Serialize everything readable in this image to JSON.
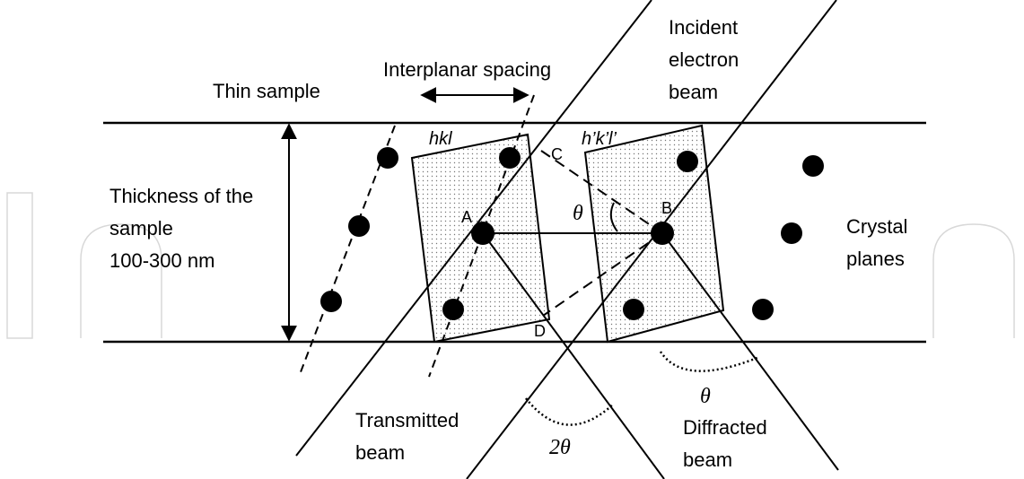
{
  "labels": {
    "thin_sample": "Thin sample",
    "interplanar_spacing": "Interplanar spacing",
    "incident_beam": [
      "Incident",
      "electron",
      "beam"
    ],
    "thickness": [
      "Thickness of the",
      "sample",
      "100-300 nm"
    ],
    "crystal_planes": [
      "Crystal",
      "planes"
    ],
    "transmitted_beam": [
      "Transmitted",
      "beam"
    ],
    "diffracted_beam": [
      "Diffracted",
      "beam"
    ],
    "plane_hkl": "hkl",
    "plane_hkl_prime": "h’k’l’",
    "point_a": "A",
    "point_b": "B",
    "point_c": "C",
    "point_d": "D",
    "theta_inner": "θ",
    "theta_diffracted": "θ",
    "two_theta": "2θ"
  },
  "watermark": "IntechOpen"
}
